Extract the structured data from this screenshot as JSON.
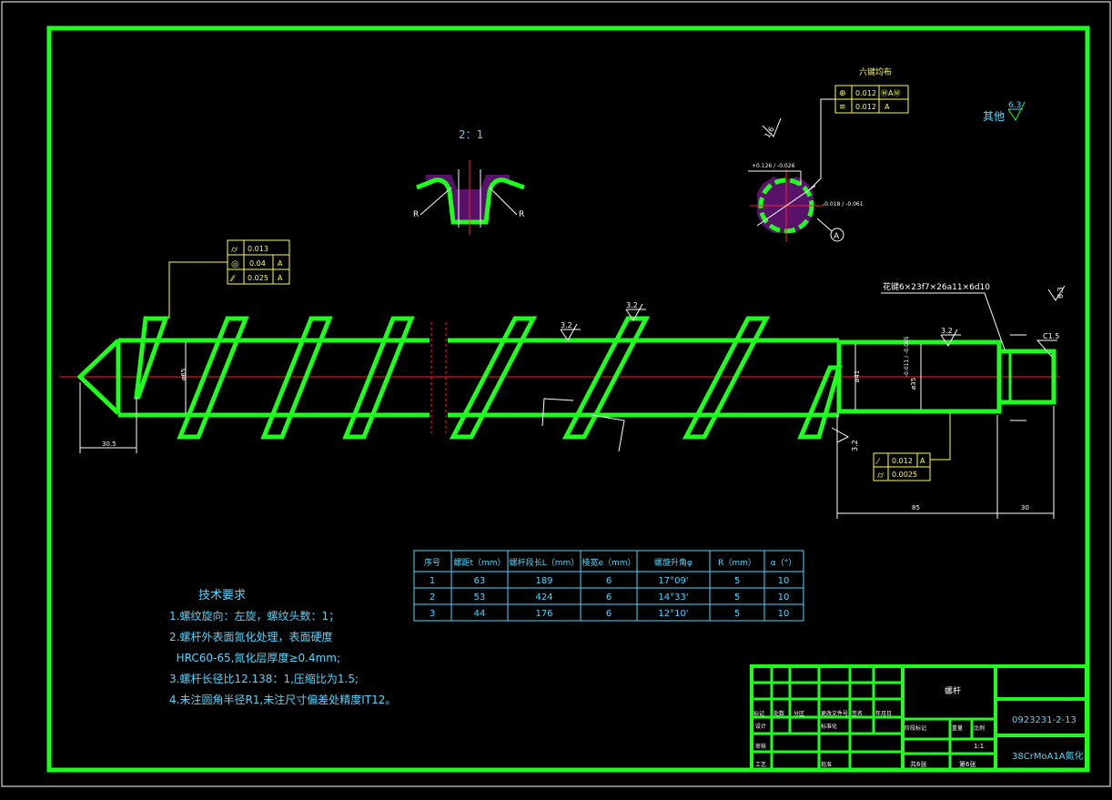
{
  "colors": {
    "background": "#000000",
    "outline": "#1eff1e",
    "annotation": "#ffff40",
    "notes": "#4fd7ff",
    "dimension": "#ffffff",
    "centerline": "#ff2020",
    "hatch": "#e040ff"
  },
  "section_view": {
    "scale_label": "2：1",
    "radius_left": "R",
    "radius_right": "R"
  },
  "spline_section": {
    "title": "六键均布",
    "tolerance_row1_symbol": "⊕",
    "tolerance_row1_value": "0.012",
    "tolerance_row1_mods": "ⓂAⓂ",
    "tolerance_row2_symbol": "≡",
    "tolerance_row2_value": "0.012",
    "tolerance_row2_ref": "A",
    "roughness": "1.6",
    "datum": "A",
    "dim_top": "+0.126 / -0.026",
    "dim_right": "-0.018 / -0.061"
  },
  "roughness_other": {
    "label": "其他",
    "value": "6.3"
  },
  "left_fcf": {
    "rows": [
      {
        "symbol": "⌭",
        "value": "0.013",
        "ref": ""
      },
      {
        "symbol": "◎",
        "value": "0.04",
        "ref": "A"
      },
      {
        "symbol": "⁄⁄",
        "value": "0.025",
        "ref": "A"
      }
    ]
  },
  "spline_callout": "花键6×23f7×26a11×6d10",
  "roughness_marks": [
    "3.2",
    "3.2",
    "3.2",
    "3.2",
    "6.3"
  ],
  "chamfer": "C1.5",
  "dims": {
    "tip_length": "30.5",
    "screw_dia": "ø65",
    "shank_dia": "ø41",
    "shank_dia2": "ø35",
    "shank_tol": "-0.011 / -0.005",
    "shank_length": "85",
    "end_length": "30"
  },
  "right_fcf": {
    "rows": [
      {
        "symbol": "⁄",
        "value": "0.012",
        "ref": "A"
      },
      {
        "symbol": "⌭",
        "value": "0.0025",
        "ref": ""
      }
    ]
  },
  "param_table": {
    "headers": [
      "序号",
      "螺距t（mm）",
      "螺杆段长L（mm）",
      "棱宽e（mm）",
      "螺旋升角φ",
      "R（mm）",
      "α（°）"
    ],
    "rows": [
      [
        "1",
        "63",
        "189",
        "6",
        "17°09'",
        "5",
        "10"
      ],
      [
        "2",
        "53",
        "424",
        "6",
        "14°33'",
        "5",
        "10"
      ],
      [
        "3",
        "44",
        "176",
        "6",
        "12°10'",
        "5",
        "10"
      ]
    ]
  },
  "tech_notes": {
    "title": "技术要求",
    "lines": [
      "1.螺纹旋向：左旋，螺纹头数：1；",
      "2.螺杆外表面氮化处理，表面硬度",
      "  HRC60-65,氮化层厚度≥0.4mm;",
      "3.螺杆长径比12.138：1,压缩比为1.5;",
      "4.未注圆角半径R1,未注尺寸偏差处精度IT12。"
    ]
  },
  "title_block": {
    "part_name": "螺杆",
    "drawing_no": "0923231-2-13",
    "material": "38CrMoA1A氮化",
    "small_labels": [
      "标记",
      "处数",
      "分区",
      "更改文件号",
      "签名",
      "年月日",
      "设计",
      "标准化",
      "阶段标记",
      "重量",
      "比例",
      "审核",
      "工艺",
      "批准"
    ],
    "scale": "1:1",
    "sheets_total": "共6张",
    "sheet_no": "第6张"
  }
}
